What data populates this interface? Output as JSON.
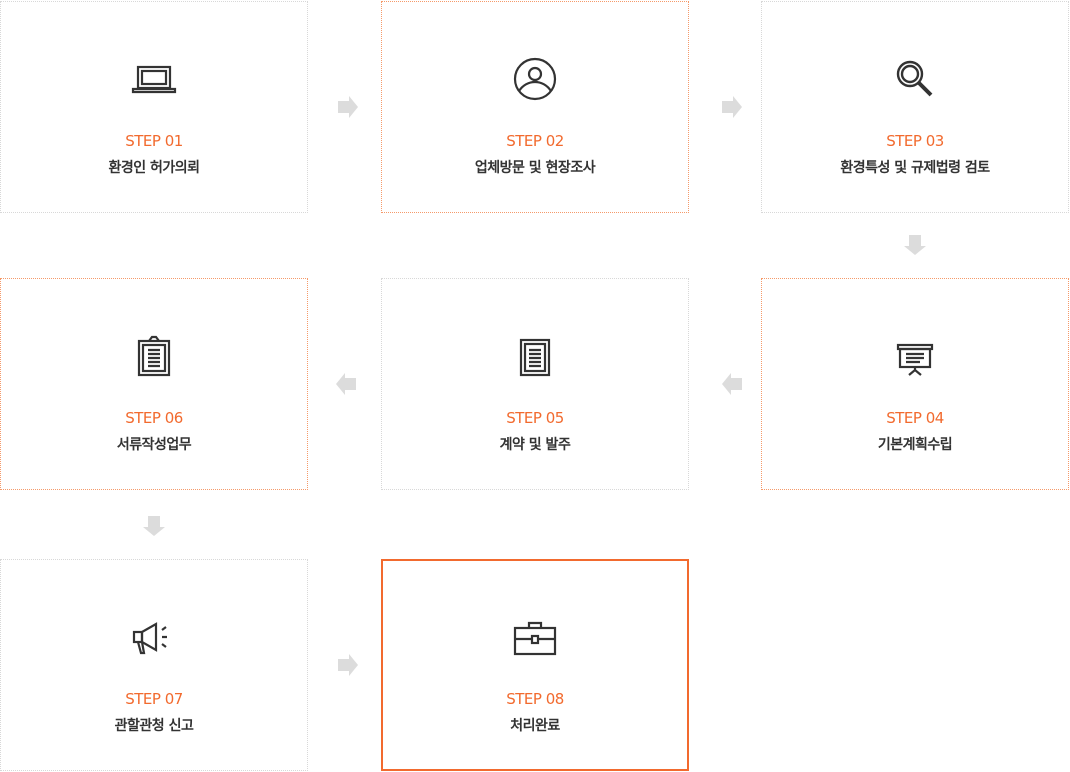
{
  "steps": [
    {
      "step": "STEP 01",
      "title": "환경인 허가의뢰",
      "icon": "laptop-icon"
    },
    {
      "step": "STEP 02",
      "title": "업체방문 및 현장조사",
      "icon": "user-icon"
    },
    {
      "step": "STEP 03",
      "title": "환경특성 및 규제법령 검토",
      "icon": "search-icon"
    },
    {
      "step": "STEP 04",
      "title": "기본계획수립",
      "icon": "presentation-board-icon"
    },
    {
      "step": "STEP 05",
      "title": "계약 및 발주",
      "icon": "document-icon"
    },
    {
      "step": "STEP 06",
      "title": "서류작성업무",
      "icon": "clipboard-icon"
    },
    {
      "step": "STEP 07",
      "title": "관할관청 신고",
      "icon": "megaphone-icon"
    },
    {
      "step": "STEP 08",
      "title": "처리완료",
      "icon": "briefcase-icon"
    }
  ],
  "colors": {
    "accent": "#f26a2e",
    "arrow": "#dcdcdc",
    "text": "#333333"
  }
}
